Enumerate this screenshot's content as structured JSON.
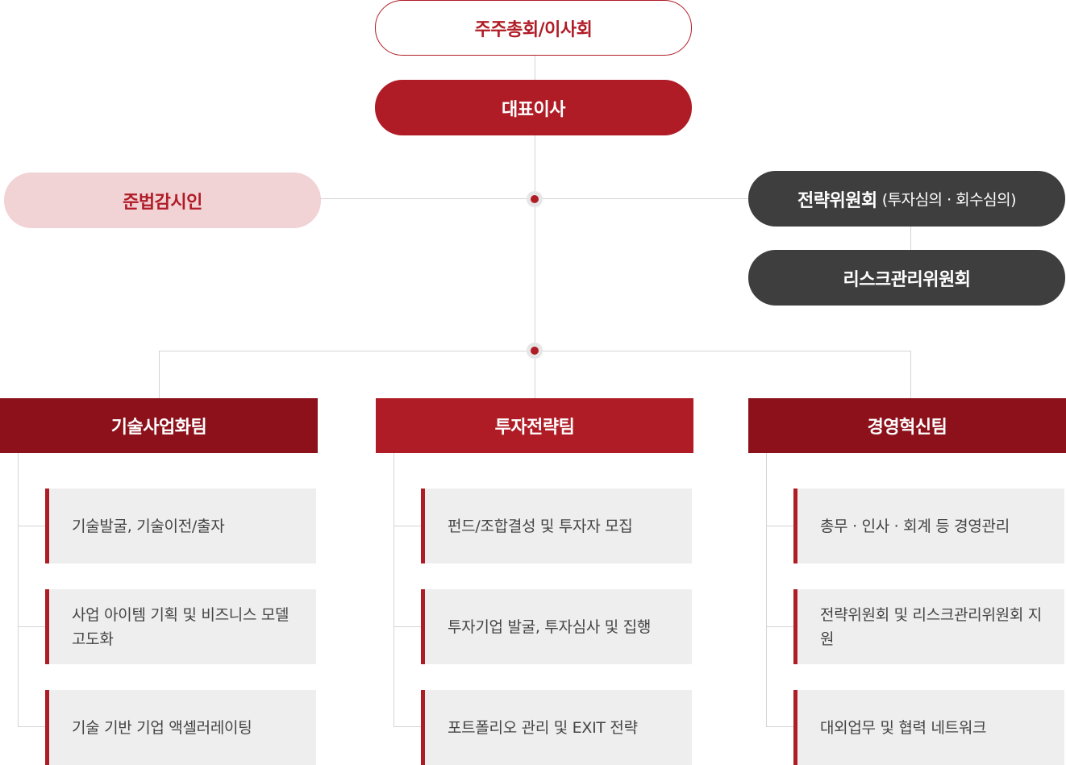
{
  "top": {
    "shareholders": "주주총회/이사회",
    "ceo": "대표이사",
    "compliance": "준법감시인",
    "strategy_committee": "전략위원회",
    "strategy_committee_sub": "(투자심의 · 회수심의)",
    "risk_committee": "리스크관리위원회"
  },
  "teams": [
    {
      "name": "기술사업화팀",
      "items": [
        "기술발굴, 기술이전/출자",
        "사업 아이템 기획 및 비즈니스 모델 고도화",
        "기술 기반 기업 액셀러레이팅"
      ]
    },
    {
      "name": "투자전략팀",
      "items": [
        "펀드/조합결성 및 투자자 모집",
        "투자기업 발굴, 투자심사 및 집행",
        "포트폴리오 관리 및 EXIT 전략"
      ]
    },
    {
      "name": "경영혁신팀",
      "items": [
        "총무 · 인사 · 회계 등 경영관리",
        "전략위원회 및 리스크관리위원회 지원",
        "대외업무 및 협력 네트워크"
      ]
    }
  ],
  "colors": {
    "brand_red": "#b01c26",
    "dark_red": "#8c111b",
    "pink": "#f1d2d5",
    "dark_gray": "#3e3e3e"
  }
}
